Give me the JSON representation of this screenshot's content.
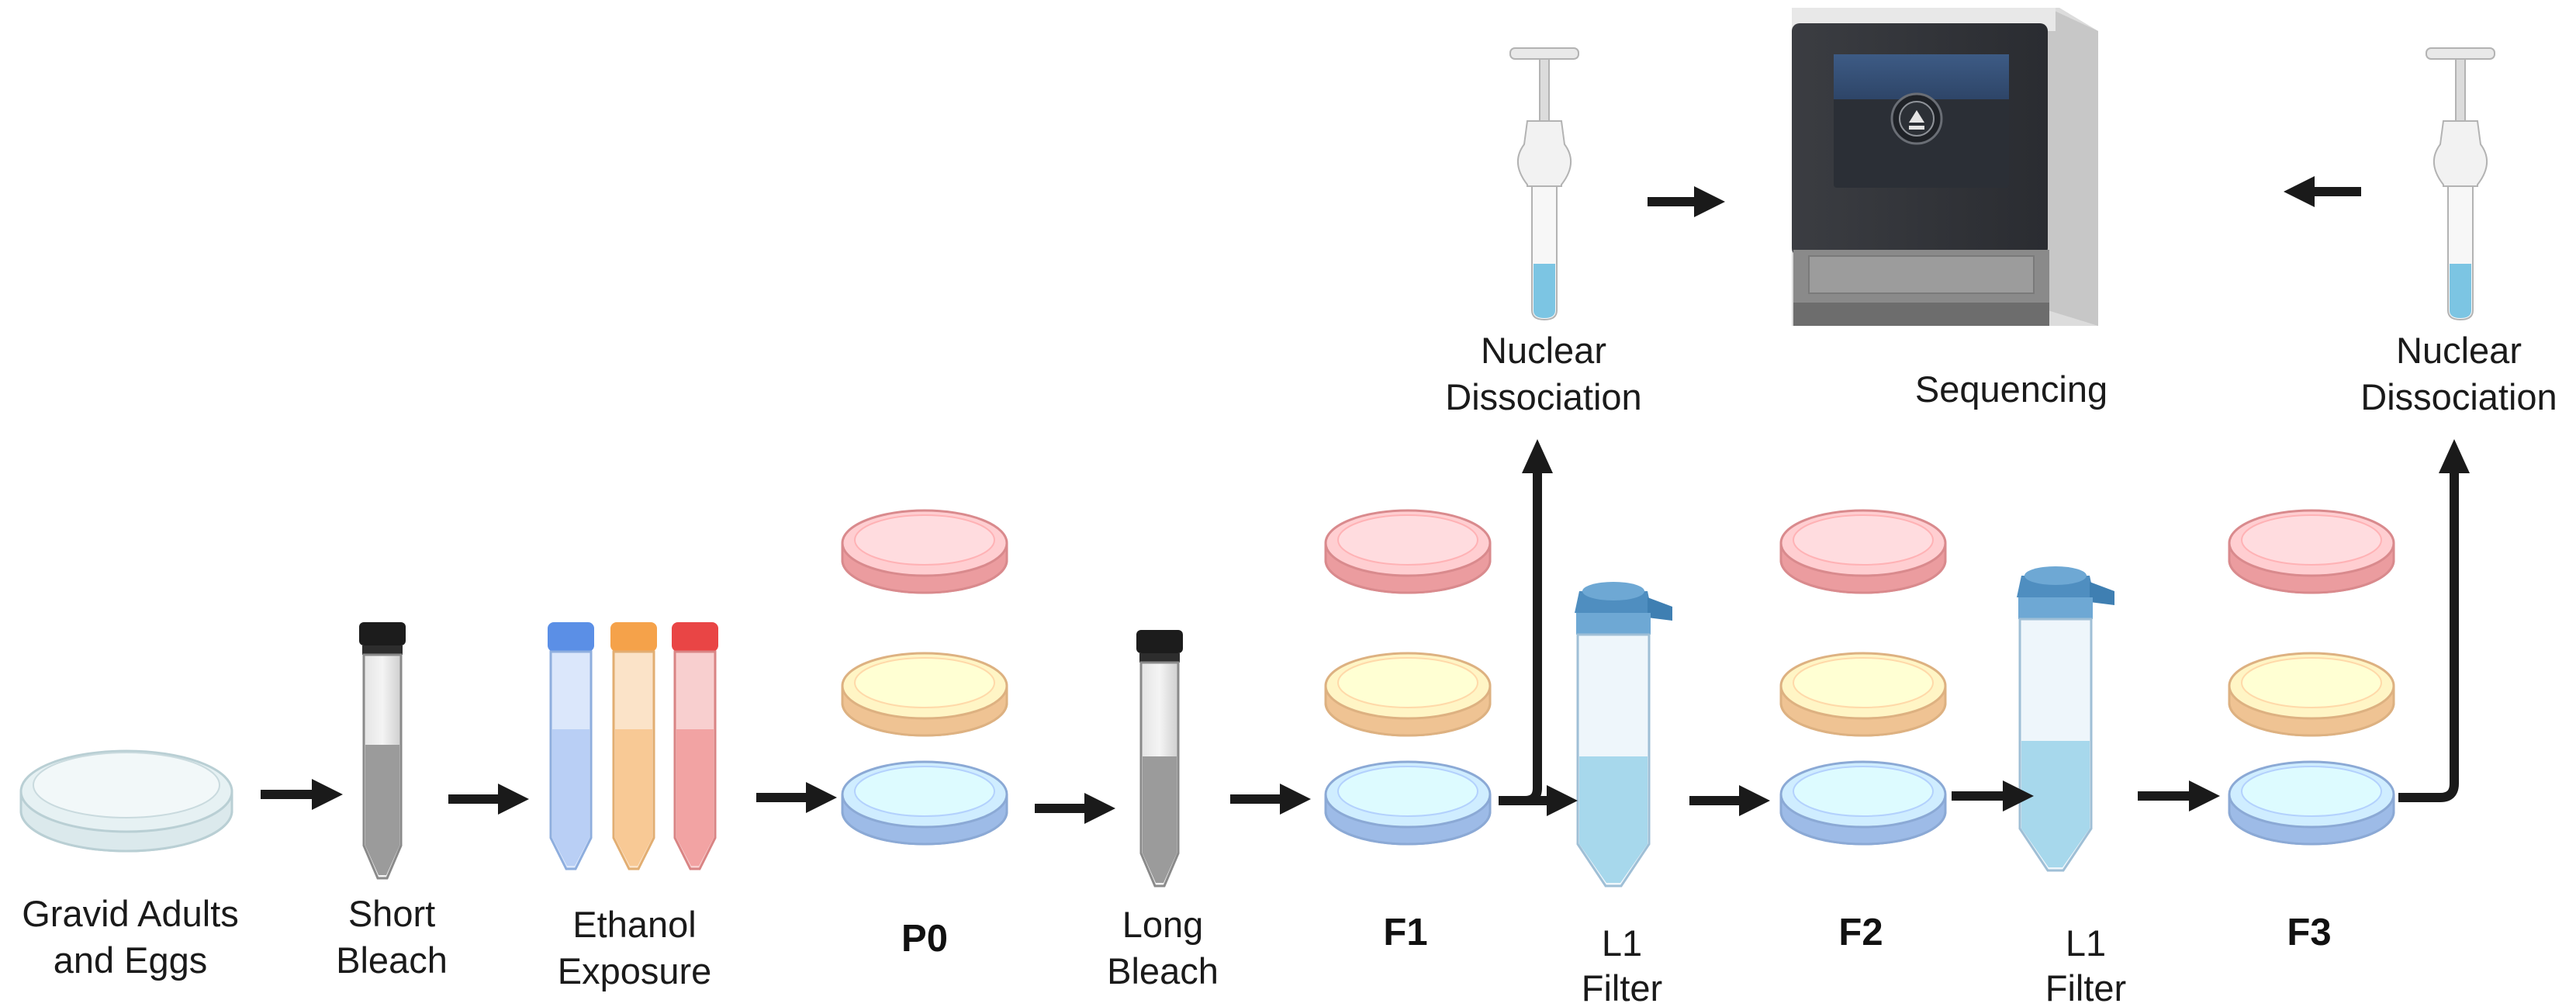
{
  "steps": {
    "gravid": {
      "line1": "Gravid Adults",
      "line2": "and Eggs"
    },
    "short_bleach": {
      "line1": "Short",
      "line2": "Bleach"
    },
    "ethanol": {
      "line1": "Ethanol",
      "line2": "Exposure"
    },
    "p0": {
      "label": "P0"
    },
    "long_bleach": {
      "line1": "Long",
      "line2": "Bleach"
    },
    "f1": {
      "label": "F1"
    },
    "l1_filter_a": {
      "line1": "L1",
      "line2": "Filter"
    },
    "f2": {
      "label": "F2"
    },
    "l1_filter_b": {
      "line1": "L1",
      "line2": "Filter"
    },
    "f3": {
      "label": "F3"
    },
    "nuclear_a": {
      "line1": "Nuclear",
      "line2": "Dissociation"
    },
    "sequencing": {
      "label": "Sequencing"
    },
    "nuclear_b": {
      "line1": "Nuclear",
      "line2": "Dissociation"
    }
  },
  "colors": {
    "dish_red": "#f7a8ab",
    "dish_orange": "#fbcf9f",
    "dish_blue": "#a9c7f3",
    "dish_clear": "#cfe3e8",
    "cap_blue": "#5b8fe6",
    "cap_orange": "#f5a24a",
    "cap_red": "#e94545",
    "liquid_blue": "#7cc5e3",
    "arrow": "#1a1a1a"
  }
}
